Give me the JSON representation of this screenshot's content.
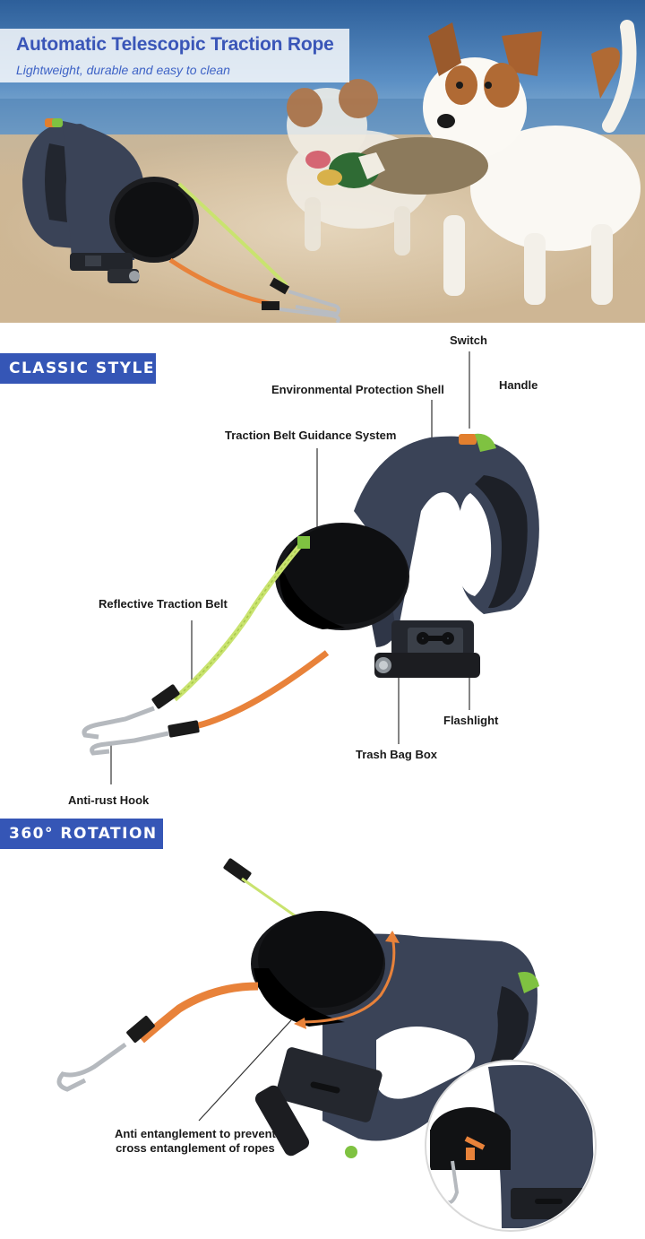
{
  "hero": {
    "title": "Automatic Telescopic Traction Rope",
    "subtitle": "Lightweight, durable and easy to clean"
  },
  "classic_section": {
    "tag": "CLASSIC STYLE",
    "callouts": {
      "switch": "Switch",
      "shell": "Environmental Protection Shell",
      "handle": "Handle",
      "guidance": "Traction Belt Guidance System",
      "reflective": "Reflective Traction Belt",
      "flashlight": "Flashlight",
      "trash_box": "Trash Bag Box",
      "hook": "Anti-rust Hook"
    }
  },
  "rotation_section": {
    "tag": "360° ROTATION",
    "callouts": {
      "anti_line1": "Anti entanglement to prevent",
      "anti_line2": "cross entanglement of ropes"
    }
  },
  "colors": {
    "brand_blue": "#3556b6",
    "leash_body": "#3a4357",
    "rope_orange": "#e8823a",
    "rope_green": "#b8d957",
    "accent_green": "#7fc241"
  },
  "icons": [
    "bone-icon"
  ]
}
